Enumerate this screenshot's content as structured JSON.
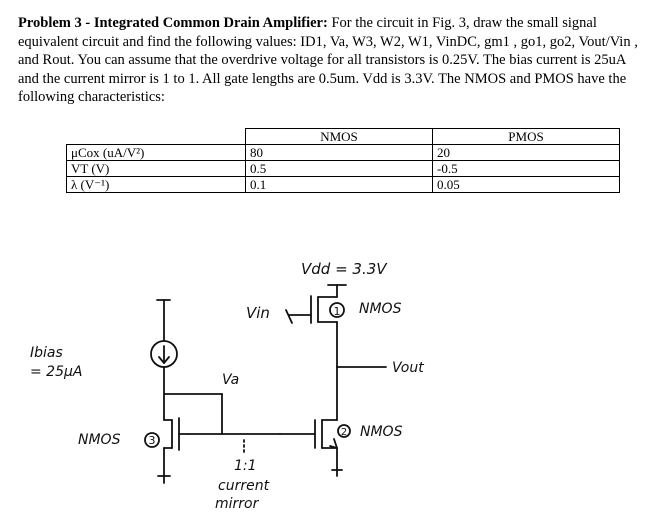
{
  "problem": {
    "title": "Problem 3 - Integrated Common Drain Amplifier:",
    "intro": "For the circuit in Fig. 3, draw the small signal equivalent circuit and find the following values:",
    "values_list": "ID1, Va, W3, W2, W1, VinDC, gm1 , go1, go2, Vout/Vin , and Rout.",
    "assumptions": "You can assume that the overdrive voltage for all transistors is 0.25V. The bias current is 25uA and the current mirror is 1 to 1. All gate lengths are 0.5um. Vdd is 3.3V.",
    "characteristics": "The NMOS and PMOS have the following characteristics:"
  },
  "table": {
    "headers": [
      "",
      "NMOS",
      "PMOS"
    ],
    "rows": [
      {
        "param": "μCox (uA/V²)",
        "nmos": "80",
        "pmos": "20"
      },
      {
        "param": "VT (V)",
        "nmos": "0.5",
        "pmos": "-0.5"
      },
      {
        "param": "λ (V⁻¹)",
        "nmos": "0.1",
        "pmos": "0.05"
      }
    ]
  },
  "circuit": {
    "vdd_label": "Vdd = 3.3V",
    "vin_label": "Vin",
    "m1_number": "1",
    "m1_type": "NMOS",
    "vout_label": "Vout",
    "m2_number": "2",
    "m2_type": "NMOS",
    "m3_number": "3",
    "m3_type": "NMOS",
    "ibias_label": "Ibias",
    "ibias_value": "= 25μA",
    "va_label": "Va",
    "mirror_ratio": "1:1",
    "mirror_line1": "current",
    "mirror_line2": "mirror"
  }
}
